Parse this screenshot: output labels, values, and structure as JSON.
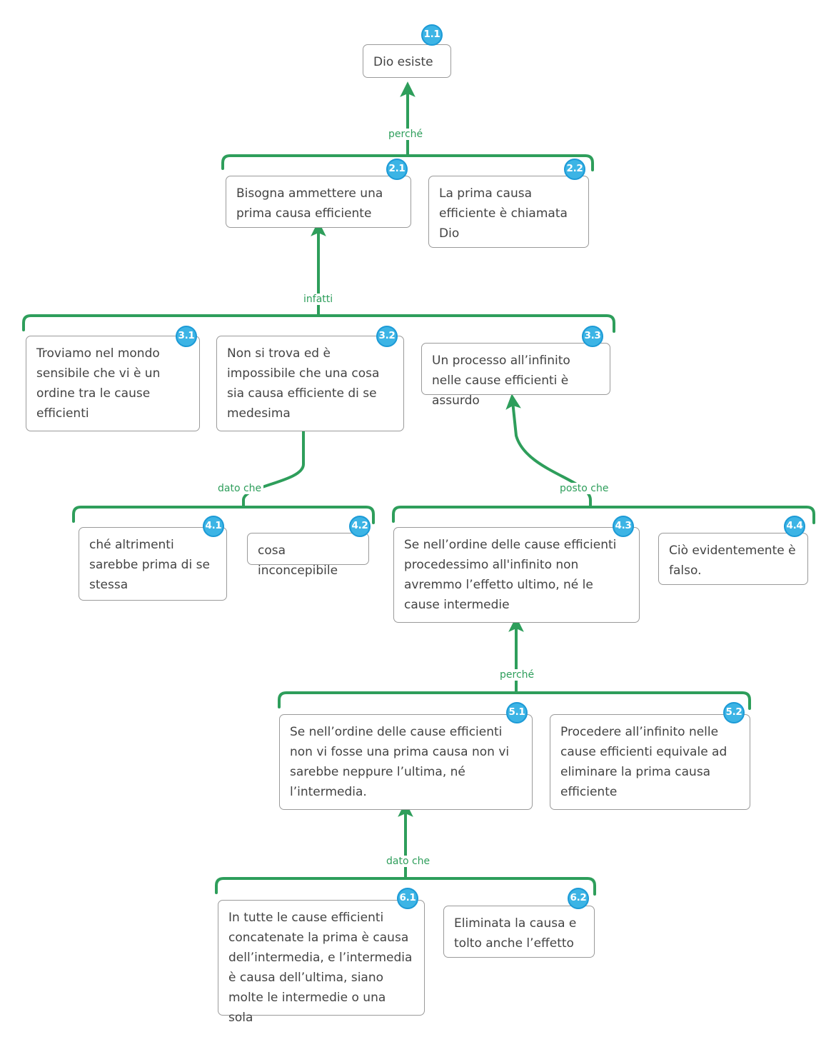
{
  "diagram": {
    "title": "Argument map: Dio esiste",
    "colors": {
      "connector_green": "#2E9E5B",
      "badge_fill": "#3CB4E5",
      "badge_ring": "#1C9AD6",
      "box_border": "#9a9a9a",
      "text": "#434343",
      "background": "#ffffff"
    }
  },
  "nodes": [
    {
      "id": "1.1",
      "badge": "1.1",
      "text": "Dio esiste"
    },
    {
      "id": "2.1",
      "badge": "2.1",
      "text": "Bisogna ammettere una prima causa efficiente"
    },
    {
      "id": "2.2",
      "badge": "2.2",
      "text": "La prima causa efficiente è chiamata Dio"
    },
    {
      "id": "3.1",
      "badge": "3.1",
      "text": "Troviamo nel mondo sensibile che vi è un ordine tra le cause efficienti"
    },
    {
      "id": "3.2",
      "badge": "3.2",
      "text": "Non si trova ed è impossibile che una cosa sia causa efficiente di se medesima"
    },
    {
      "id": "3.3",
      "badge": "3.3",
      "text": "Un processo all’infinito nelle cause efficienti è assurdo"
    },
    {
      "id": "4.1",
      "badge": "4.1",
      "text": "ché altrimenti sarebbe prima di se stessa"
    },
    {
      "id": "4.2",
      "badge": "4.2",
      "text": "cosa inconcepibile"
    },
    {
      "id": "4.3",
      "badge": "4.3",
      "text": "Se nell’ordine delle cause efficienti procedessimo all'infinito non avremmo l’effetto ultimo, né le cause intermedie"
    },
    {
      "id": "4.4",
      "badge": "4.4",
      "text": "Ciò evidentemente è falso."
    },
    {
      "id": "5.1",
      "badge": "5.1",
      "text": "Se nell’ordine delle cause efficienti non vi fosse una prima causa non vi sarebbe neppure l’ultima, né l’intermedia."
    },
    {
      "id": "5.2",
      "badge": "5.2",
      "text": "Procedere all’infinito nelle cause efficienti equivale ad eliminare la prima causa efficiente"
    },
    {
      "id": "6.1",
      "badge": "6.1",
      "text": "In tutte le cause efficienti concatenate la prima è causa dell’intermedia, e l’intermedia è causa dell’ultima, siano molte le intermedie o una sola"
    },
    {
      "id": "6.2",
      "badge": "6.2",
      "text": "Eliminata la causa e tolto anche l’effetto"
    }
  ],
  "edge_labels": [
    {
      "id": "e1",
      "text": "perché",
      "from": "2.1",
      "to": "1.1"
    },
    {
      "id": "e2",
      "text": "infatti",
      "from": "3.1",
      "to": "2.1"
    },
    {
      "id": "e3",
      "text": "dato che",
      "from": "4.1",
      "to": "3.2"
    },
    {
      "id": "e4",
      "text": "posto che",
      "from": "4.3",
      "to": "3.3"
    },
    {
      "id": "e5",
      "text": "perché",
      "from": "5.1",
      "to": "4.3"
    },
    {
      "id": "e6",
      "text": "dato che",
      "from": "6.1",
      "to": "5.1"
    }
  ]
}
